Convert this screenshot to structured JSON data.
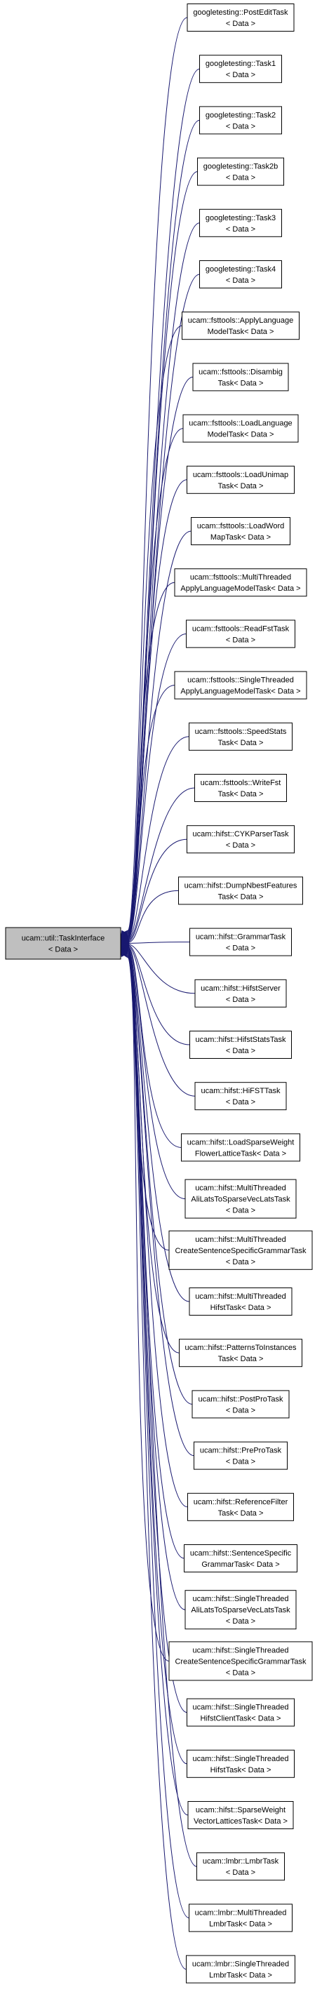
{
  "base_class": {
    "lines": [
      "ucam::util::TaskInterface",
      "< Data >"
    ]
  },
  "derived_classes": [
    {
      "lines": [
        "googletesting::PostEditTask",
        "< Data >"
      ]
    },
    {
      "lines": [
        "googletesting::Task1",
        "< Data >"
      ]
    },
    {
      "lines": [
        "googletesting::Task2",
        "< Data >"
      ]
    },
    {
      "lines": [
        "googletesting::Task2b",
        "< Data >"
      ]
    },
    {
      "lines": [
        "googletesting::Task3",
        "< Data >"
      ]
    },
    {
      "lines": [
        "googletesting::Task4",
        "< Data >"
      ]
    },
    {
      "lines": [
        "ucam::fsttools::ApplyLanguage",
        "ModelTask< Data >"
      ]
    },
    {
      "lines": [
        "ucam::fsttools::Disambig",
        "Task< Data >"
      ]
    },
    {
      "lines": [
        "ucam::fsttools::LoadLanguage",
        "ModelTask< Data >"
      ]
    },
    {
      "lines": [
        "ucam::fsttools::LoadUnimap",
        "Task< Data >"
      ]
    },
    {
      "lines": [
        "ucam::fsttools::LoadWord",
        "MapTask< Data >"
      ]
    },
    {
      "lines": [
        "ucam::fsttools::MultiThreaded",
        "ApplyLanguageModelTask< Data >"
      ]
    },
    {
      "lines": [
        "ucam::fsttools::ReadFstTask",
        "< Data >"
      ]
    },
    {
      "lines": [
        "ucam::fsttools::SingleThreaded",
        "ApplyLanguageModelTask< Data >"
      ]
    },
    {
      "lines": [
        "ucam::fsttools::SpeedStats",
        "Task< Data >"
      ]
    },
    {
      "lines": [
        "ucam::fsttools::WriteFst",
        "Task< Data >"
      ]
    },
    {
      "lines": [
        "ucam::hifst::CYKParserTask",
        "< Data >"
      ]
    },
    {
      "lines": [
        "ucam::hifst::DumpNbestFeatures",
        "Task< Data >"
      ]
    },
    {
      "lines": [
        "ucam::hifst::GrammarTask",
        "< Data >"
      ]
    },
    {
      "lines": [
        "ucam::hifst::HifstServer",
        "< Data >"
      ]
    },
    {
      "lines": [
        "ucam::hifst::HifstStatsTask",
        "< Data >"
      ]
    },
    {
      "lines": [
        "ucam::hifst::HiFSTTask",
        "< Data >"
      ]
    },
    {
      "lines": [
        "ucam::hifst::LoadSparseWeight",
        "FlowerLatticeTask< Data >"
      ]
    },
    {
      "lines": [
        "ucam::hifst::MultiThreaded",
        "AliLatsToSparseVecLatsTask",
        "< Data >"
      ]
    },
    {
      "lines": [
        "ucam::hifst::MultiThreaded",
        "CreateSentenceSpecificGrammarTask",
        "< Data >"
      ]
    },
    {
      "lines": [
        "ucam::hifst::MultiThreaded",
        "HifstTask< Data >"
      ]
    },
    {
      "lines": [
        "ucam::hifst::PatternsToInstances",
        "Task< Data >"
      ]
    },
    {
      "lines": [
        "ucam::hifst::PostProTask",
        "< Data >"
      ]
    },
    {
      "lines": [
        "ucam::hifst::PreProTask",
        "< Data >"
      ]
    },
    {
      "lines": [
        "ucam::hifst::ReferenceFilter",
        "Task< Data >"
      ]
    },
    {
      "lines": [
        "ucam::hifst::SentenceSpecific",
        "GrammarTask< Data >"
      ]
    },
    {
      "lines": [
        "ucam::hifst::SingleThreaded",
        "AliLatsToSparseVecLatsTask",
        "< Data >"
      ]
    },
    {
      "lines": [
        "ucam::hifst::SingleThreaded",
        "CreateSentenceSpecificGrammarTask",
        "< Data >"
      ]
    },
    {
      "lines": [
        "ucam::hifst::SingleThreaded",
        "HifstClientTask< Data >"
      ]
    },
    {
      "lines": [
        "ucam::hifst::SingleThreaded",
        "HifstTask< Data >"
      ]
    },
    {
      "lines": [
        "ucam::hifst::SparseWeight",
        "VectorLatticesTask< Data >"
      ]
    },
    {
      "lines": [
        "ucam::lmbr::LmbrTask",
        "< Data >"
      ]
    },
    {
      "lines": [
        "ucam::lmbr::MultiThreaded",
        "LmbrTask< Data >"
      ]
    },
    {
      "lines": [
        "ucam::lmbr::SingleThreaded",
        "LmbrTask< Data >"
      ]
    }
  ],
  "colors": {
    "edge": "#191970",
    "base_fill": "#bfbfbf",
    "node_fill": "#ffffff",
    "border": "#000000"
  }
}
